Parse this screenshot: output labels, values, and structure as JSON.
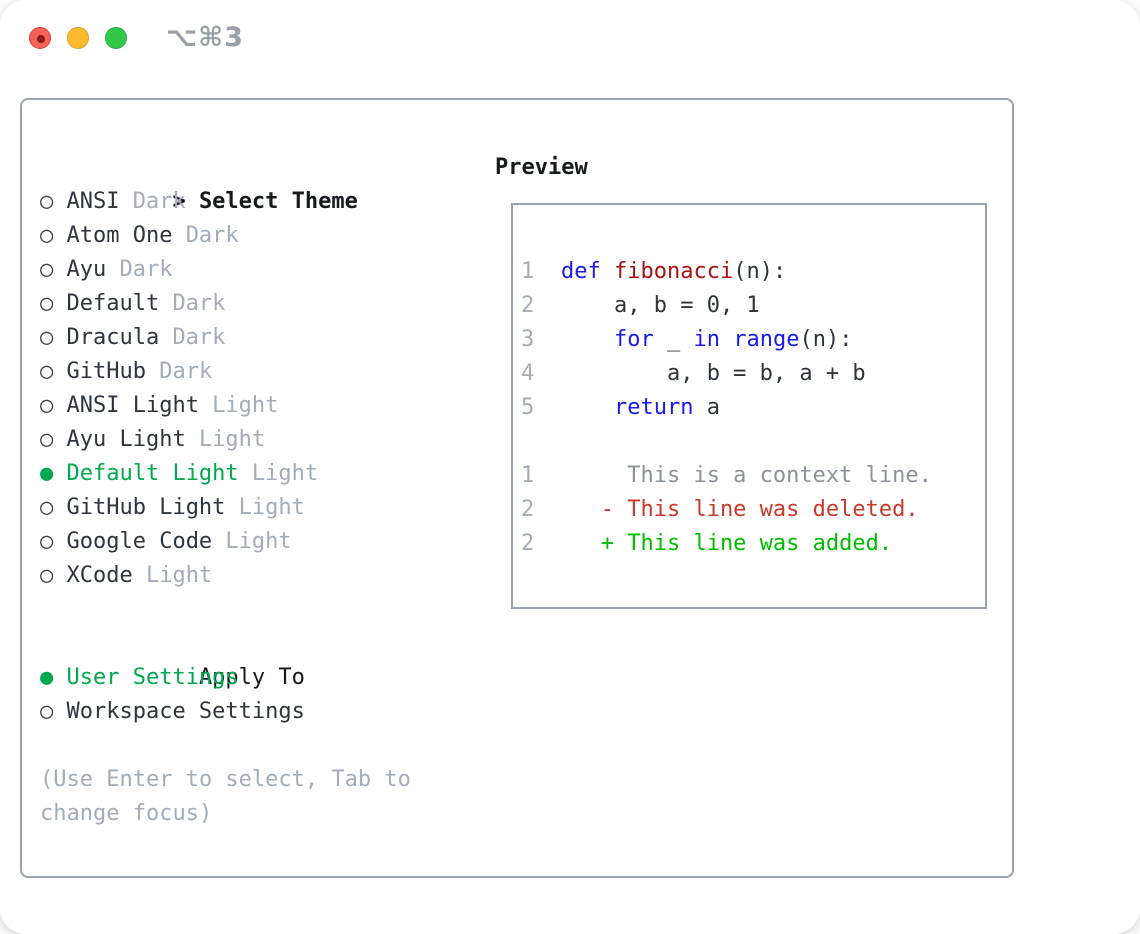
{
  "window": {
    "title_shortcut": "⌥⌘3",
    "traffic_lights": [
      "close",
      "minimize",
      "zoom"
    ]
  },
  "markers": {
    "focus": ">",
    "selected": "●",
    "unselected": "○"
  },
  "theme_panel": {
    "header_label": "Select Theme",
    "items": [
      {
        "name": "ANSI",
        "tag": "Dark",
        "selected": false
      },
      {
        "name": "Atom One",
        "tag": "Dark",
        "selected": false
      },
      {
        "name": "Ayu",
        "tag": "Dark",
        "selected": false
      },
      {
        "name": "Default",
        "tag": "Dark",
        "selected": false
      },
      {
        "name": "Dracula",
        "tag": "Dark",
        "selected": false
      },
      {
        "name": "GitHub",
        "tag": "Dark",
        "selected": false
      },
      {
        "name": "ANSI Light",
        "tag": "Light",
        "selected": false
      },
      {
        "name": "Ayu Light",
        "tag": "Light",
        "selected": false
      },
      {
        "name": "Default Light",
        "tag": "Light",
        "selected": true
      },
      {
        "name": "GitHub Light",
        "tag": "Light",
        "selected": false
      },
      {
        "name": "Google Code",
        "tag": "Light",
        "selected": false
      },
      {
        "name": "XCode",
        "tag": "Light",
        "selected": false
      }
    ],
    "apply_to_label": "Apply To",
    "apply_options": [
      {
        "name": "User Settings",
        "selected": true
      },
      {
        "name": "Workspace Settings",
        "selected": false
      }
    ],
    "help_lines": [
      "(Use Enter to select, Tab to",
      "change focus)"
    ]
  },
  "preview": {
    "label": "Preview",
    "code_lines": [
      {
        "num": "1",
        "segments": [
          {
            "t": "def",
            "c": "kw"
          },
          {
            "t": " ",
            "c": "d"
          },
          {
            "t": "fibonacci",
            "c": "fn"
          },
          {
            "t": "(n):",
            "c": "d"
          }
        ]
      },
      {
        "num": "2",
        "segments": [
          {
            "t": "    a, b = 0, 1",
            "c": "d"
          }
        ]
      },
      {
        "num": "3",
        "segments": [
          {
            "t": "    ",
            "c": "d"
          },
          {
            "t": "for",
            "c": "kw"
          },
          {
            "t": " _ ",
            "c": "d"
          },
          {
            "t": "in",
            "c": "kw"
          },
          {
            "t": " ",
            "c": "d"
          },
          {
            "t": "range",
            "c": "kw"
          },
          {
            "t": "(n):",
            "c": "d"
          }
        ]
      },
      {
        "num": "4",
        "segments": [
          {
            "t": "        a, b = b, a + b",
            "c": "d"
          }
        ]
      },
      {
        "num": "5",
        "segments": [
          {
            "t": "    ",
            "c": "d"
          },
          {
            "t": "return",
            "c": "kw"
          },
          {
            "t": " a",
            "c": "d"
          }
        ]
      }
    ],
    "diff_lines": [
      {
        "num": "1",
        "segments": [
          {
            "t": "     This is a context line.",
            "c": "ctx"
          }
        ]
      },
      {
        "num": "2",
        "segments": [
          {
            "t": "   - This line was deleted.",
            "c": "del"
          }
        ]
      },
      {
        "num": "2",
        "segments": [
          {
            "t": "   + This line was added.",
            "c": "add"
          }
        ]
      }
    ]
  },
  "colors": {
    "dark": "#16191d",
    "text": "#2f353e",
    "muted": "#a3acb9",
    "ctx": "#8d939b",
    "ring": "#3a4047",
    "kw": "#1a1aee",
    "fn": "#aa1111",
    "del": "#c9392a",
    "add": "#00bd00",
    "green": "#00a84e",
    "border": "#9aa3ae",
    "titlegray": "#9aa0a8",
    "lred": "#f4605a",
    "lredb": "#dd3d36",
    "lreddot": "#8b1d18",
    "lyellow": "#fcbb2f",
    "lyellowb": "#dfa023",
    "lgreen": "#33c748",
    "lgreenb": "#28a73a"
  }
}
